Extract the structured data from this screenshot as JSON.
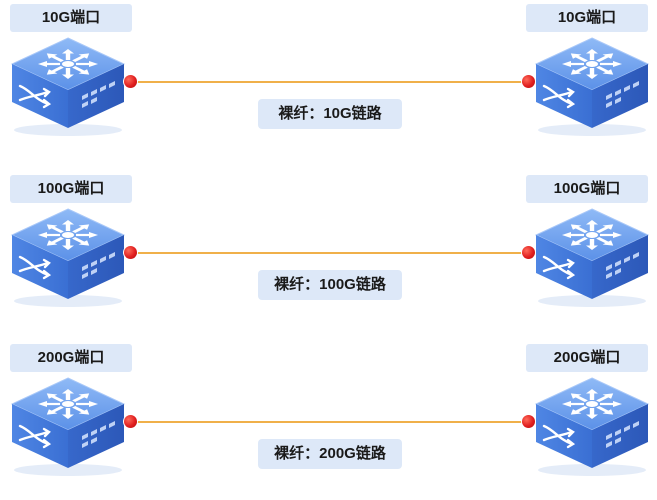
{
  "links": [
    {
      "left_port": "10G端口",
      "right_port": "10G端口",
      "link_label": "裸纤：10G链路"
    },
    {
      "left_port": "100G端口",
      "right_port": "100G端口",
      "link_label": "裸纤：100G链路"
    },
    {
      "left_port": "200G端口",
      "right_port": "200G端口",
      "link_label": "裸纤：200G链路"
    }
  ],
  "icons": {
    "device": "network-switch-icon"
  },
  "colors": {
    "link_line": "#f0b04a",
    "endpoint_dot": "#e01f1f",
    "label_bg": "#dde8f8",
    "switch_top": "#6fa2ee",
    "switch_side": "#3f74d6"
  }
}
